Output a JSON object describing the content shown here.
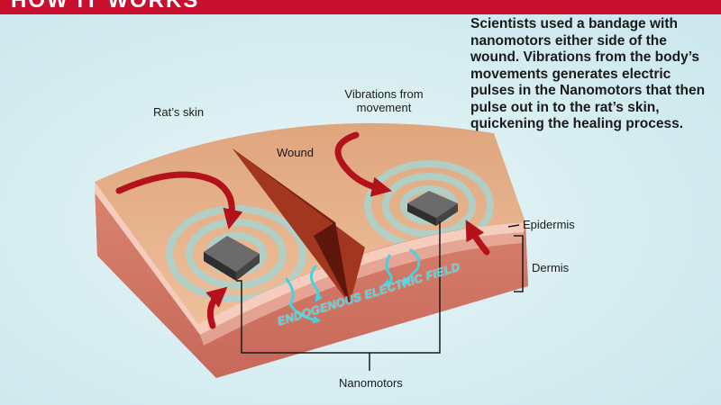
{
  "title": "HOW IT WORKS",
  "caption": "Scientists used a bandage with nanomotors either side of the wound. Vibrations from the body’s movements generates electric pulses in the Nanomotors that then pulse out in to the rat’s skin, quickening the healing process.",
  "labels": {
    "rats_skin": "Rat’s skin",
    "vibrations": "Vibrations from movement",
    "wound": "Wound",
    "epidermis": "Epidermis",
    "dermis": "Dermis",
    "nanomotors": "Nanomotors",
    "electric_field": "ENDOGENOUS ELECTRIC FIELD"
  },
  "colors": {
    "title_bar": "#c8102e",
    "skin_top": "#e7b18a",
    "epidermis": "#f7d0c2",
    "dermis": "#cf7560",
    "arrows_red": "#b3121b",
    "field_arrows": "#45d2df",
    "nanomotor": "#4a4a4a"
  }
}
